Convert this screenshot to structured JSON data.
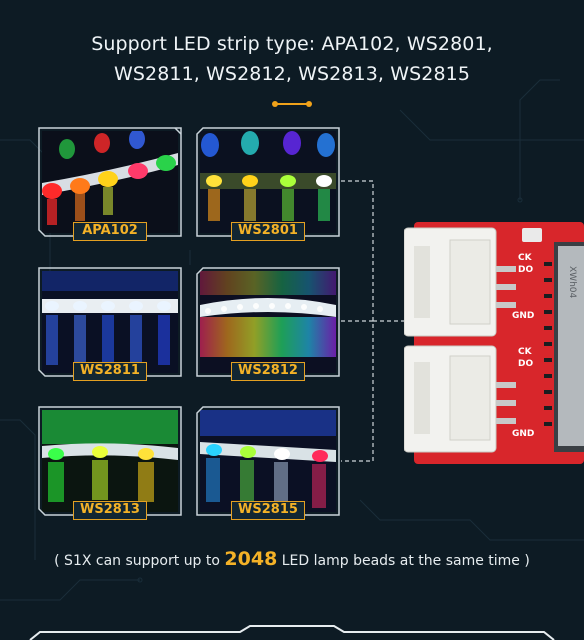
{
  "header": {
    "title_line1": "Support LED strip type: APA102, WS2801,",
    "title_line2": "WS2811, WS2812, WS2813, WS2815"
  },
  "strips": [
    {
      "label": "APA102"
    },
    {
      "label": "WS2801"
    },
    {
      "label": "WS2811"
    },
    {
      "label": "WS2812"
    },
    {
      "label": "WS2813"
    },
    {
      "label": "WS2815"
    }
  ],
  "board": {
    "pin_labels": [
      "CK",
      "DO",
      "GND",
      "CK",
      "DO",
      "GND"
    ],
    "chip_text": "XWh04"
  },
  "footnote": {
    "prefix": "( S1X can support up to ",
    "number": "2048",
    "suffix": " LED lamp beads at the same time )"
  },
  "colors": {
    "accent": "#f0a21a",
    "background": "#0d1b24",
    "board_red": "#d8262b"
  }
}
